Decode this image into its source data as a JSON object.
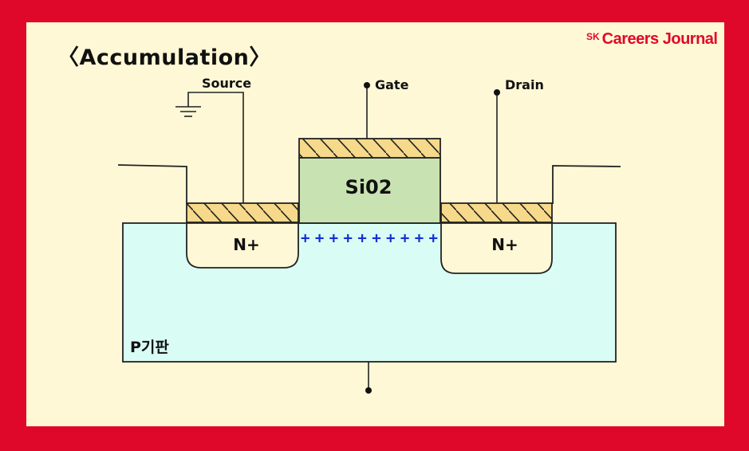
{
  "title": "〈Accumulation〉",
  "brand": {
    "prefix": "SK",
    "name": "Careers Journal"
  },
  "diagram": {
    "source_label": "Source",
    "gate_label": "Gate",
    "drain_label": "Drain",
    "oxide_label": "Si02",
    "n_left_label": "N+",
    "n_right_label": "N+",
    "substrate_label": "P기판",
    "charge_symbols": "++++++++++"
  },
  "colors": {
    "frame": "#e0082a",
    "background": "#fff8d6",
    "substrate": "#d9fcf5",
    "oxide": "#c8e2b2",
    "metal": "#f6d98a",
    "charge": "#1530d6"
  }
}
